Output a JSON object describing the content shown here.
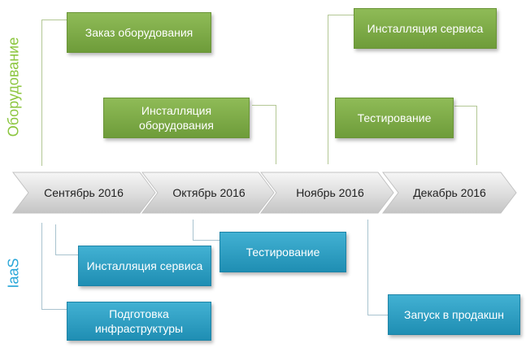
{
  "side_labels": {
    "top": "Оборудование",
    "bottom": "IaaS"
  },
  "colors": {
    "hardware": "#7dab46",
    "iaas": "#2aa0c6",
    "label_hardware": "#8cc63f",
    "label_iaas": "#2aa7d8"
  },
  "timeline": {
    "months": [
      "Сентябрь 2016",
      "Октябрь 2016",
      "Ноябрь 2016",
      "Декабрь 2016"
    ]
  },
  "hardware_tasks": {
    "order": "Заказ оборудования",
    "install_hw": "Инсталляция оборудования",
    "install_service": "Инсталляция сервиса",
    "testing": "Тестирование"
  },
  "iaas_tasks": {
    "install_service": "Инсталляция сервиса",
    "prep_infra": "Подготовка инфраструктуры",
    "testing": "Тестирование",
    "launch": "Запуск в продакшн"
  }
}
